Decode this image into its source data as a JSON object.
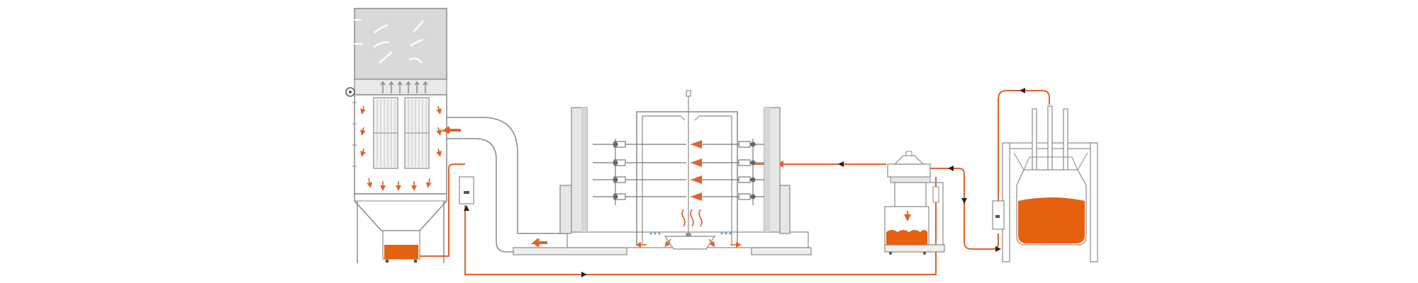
{
  "diagram": {
    "description_labels": [],
    "colors": {
      "background": "#ffffff",
      "outline": "#8a8a8a",
      "fill_light": "#efefef",
      "fill_dark": "#d9d9d9",
      "accent": "#e2622a",
      "powder": "#e5600f",
      "white_arrow": "#ffffff"
    },
    "components": [
      {
        "id": "cartridge-filter-unit",
        "name": "cartridge-filter-unit"
      },
      {
        "id": "spray-booth",
        "name": "spray-booth"
      },
      {
        "id": "powder-feed-center",
        "name": "powder-feed-center"
      },
      {
        "id": "big-bag-station",
        "name": "big-bag-station"
      }
    ],
    "icons": [
      "filter-cartridge-icon",
      "spray-gun-icon",
      "control-box-icon",
      "flow-arrow-icon",
      "fan-icon"
    ]
  }
}
